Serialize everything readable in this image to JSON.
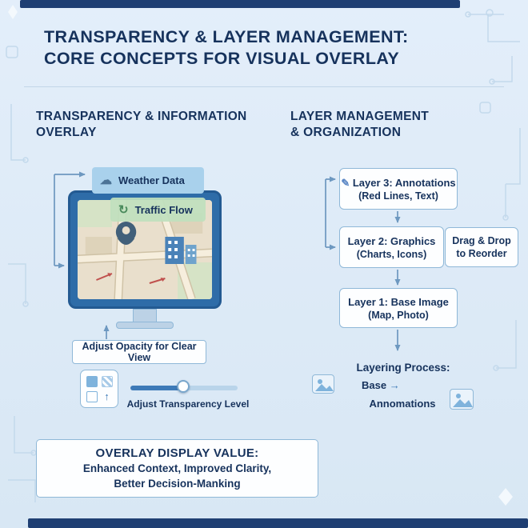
{
  "header": {
    "title_line1": "TRANSPARENCY & LAYER MANAGEMENT:",
    "title_line2": "CORE CONCEPTS FOR VISUAL OVERLAY"
  },
  "left_panel": {
    "heading_line1": "TRANSPARENCY & INFORMATION",
    "heading_line2": "OVERLAY",
    "weather_label": "Weather Data",
    "traffic_label": "Traffic Flow",
    "opacity_note": "Adjust Opacity for Clear View",
    "slider_label": "Adjust Transparency Level"
  },
  "right_panel": {
    "heading_line1": "LAYER MANAGEMENT",
    "heading_line2": "& ORGANIZATION",
    "layers": [
      {
        "title": "Layer 3: Annotations",
        "subtitle": "(Red Lines, Text)"
      },
      {
        "title": "Layer 2: Graphics",
        "subtitle": "(Charts, Icons)"
      },
      {
        "title": "Layer 1: Base Image",
        "subtitle": "(Map, Photo)"
      }
    ],
    "drag_drop_line1": "Drag & Drop",
    "drag_drop_line2": "to Reorder",
    "process_title": "Layering Process:",
    "process_base": "Base",
    "process_annotations": "Annomations"
  },
  "footer_box": {
    "title": "OVERLAY DISPLAY VALUE:",
    "line1": "Enhanced Context, Improved Clarity,",
    "line2": "Better Decision-Manking"
  },
  "icons": {
    "cloud": "☁",
    "refresh": "↻",
    "pencil": "✎",
    "layers_up_arrow": "↑",
    "base_arrow": "→"
  },
  "colors": {
    "background": "#dce9f5",
    "navy_text": "#16325c",
    "accent_bar": "#1f3f73",
    "weather_bg": "#a9d1ec",
    "traffic_bg": "#bfe0bd",
    "box_border": "#8fb8d8",
    "slider_blue": "#3d7ab8"
  }
}
